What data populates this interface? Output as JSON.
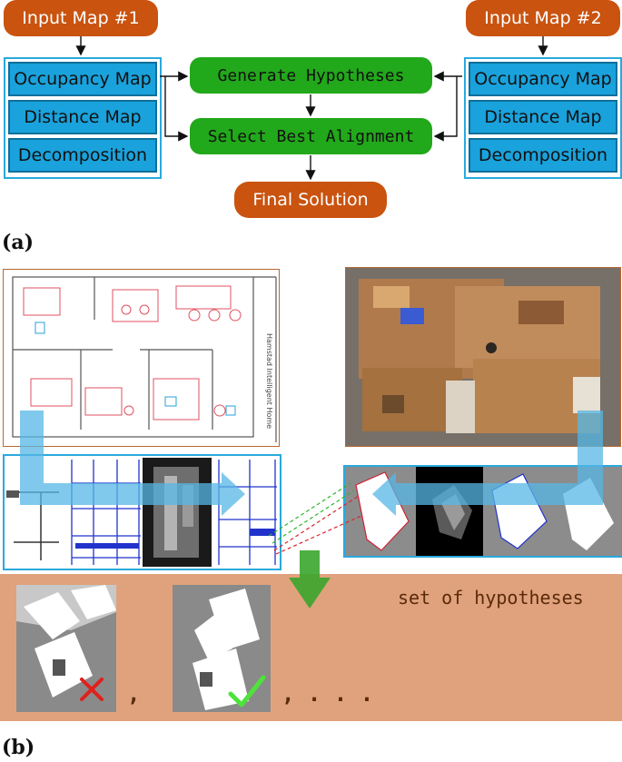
{
  "flow": {
    "input1": "Input Map #1",
    "input2": "Input Map #2",
    "left_stack": [
      "Occupancy Map",
      "Distance Map",
      "Decomposition"
    ],
    "right_stack": [
      "Occupancy Map",
      "Distance Map",
      "Decomposition"
    ],
    "generate": "Generate Hypotheses",
    "select": "Select Best Alignment",
    "final": "Final Solution"
  },
  "labels": {
    "a": "(a)",
    "b": "(b)"
  },
  "floorplan": {
    "building_name": "Hamstad Intelligent Home"
  },
  "hypotheses": {
    "title": "set of hypotheses",
    "separator": ",",
    "ellipsis": ", . . ."
  },
  "colors": {
    "orange": "#c9530f",
    "blue": "#1aa2dc",
    "green": "#22a81b",
    "hypothesis_band": "#e0a27c",
    "reject_mark": "#e0201c",
    "accept_mark": "#4ee33a"
  },
  "icons": {
    "reject": "cross-icon",
    "accept": "check-icon"
  }
}
